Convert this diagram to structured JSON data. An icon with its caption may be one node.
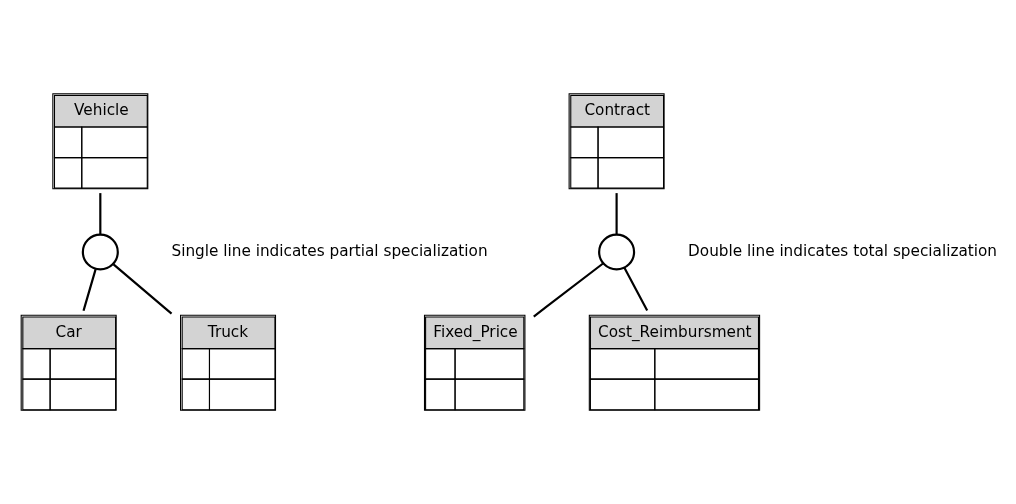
{
  "diagram": {
    "nodes": [
      {
        "text": [
          "Vehicle"
        ]
      },
      {
        "text": [],
        "shape": "circle"
      },
      {
        "text": [
          "Car"
        ]
      },
      {
        "text": [
          "Truck"
        ]
      },
      {
        "text": [
          "Contract"
        ]
      },
      {
        "text": [],
        "shape": "circle"
      },
      {
        "text": [
          "Fixed_Price"
        ]
      },
      {
        "text": [
          "Cost_Reimbursment"
        ]
      }
    ],
    "edges": [
      {
        "from": 0,
        "to": 1,
        "arrow": "none"
      },
      {
        "from": 1,
        "to": 2,
        "arrow": "none"
      },
      {
        "from": 1,
        "to": 3,
        "arrow": "none"
      },
      {
        "from": 4,
        "to": 5,
        "arrow": "none"
      },
      {
        "from": 5,
        "to": 6,
        "arrow": "none"
      },
      {
        "from": 5,
        "to": 7,
        "arrow": "none"
      }
    ],
    "labels": [
      "Single line indicates partial specialization",
      "Double line indicates total specialization"
    ]
  }
}
